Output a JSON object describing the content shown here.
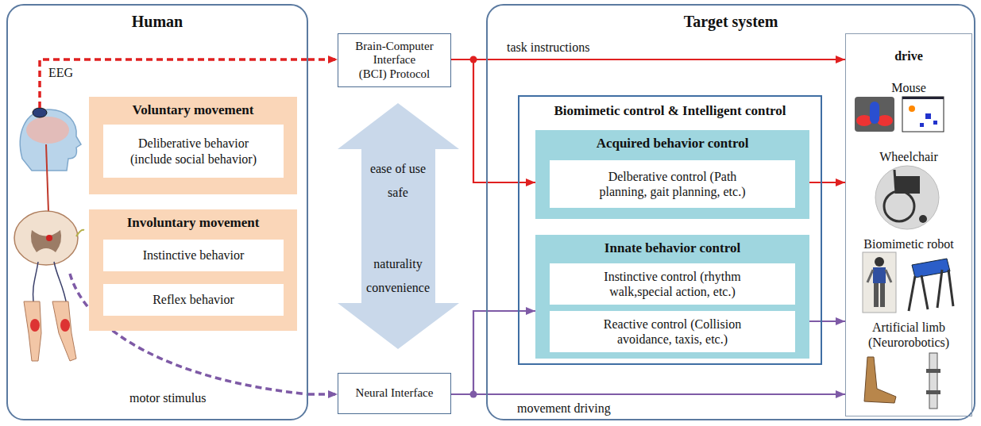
{
  "diagram": {
    "nodes": [
      {
        "text": [
          "Human"
        ]
      },
      {
        "text": [
          "Voluntary movement"
        ],
        "in": 0
      },
      {
        "text": [
          "Deliberative behavior (include social behavior)"
        ],
        "in": 1
      },
      {
        "text": [
          "Involuntary movement"
        ],
        "in": 0
      },
      {
        "text": [
          "Instinctive behavior"
        ],
        "in": 3
      },
      {
        "text": [
          "Reflex behavior"
        ],
        "in": 3
      },
      {
        "text": [
          "Brain-Computer Interface (BCI) Protocol"
        ]
      },
      {
        "text": [
          "Neural Interface"
        ]
      },
      {
        "text": [
          "Target system"
        ]
      },
      {
        "text": [
          "Biomimetic control & Intelligent control"
        ],
        "in": 8
      },
      {
        "text": [
          "Acquired behavior control"
        ],
        "in": 9
      },
      {
        "text": [
          "Delberative control (Path planning, gait planning, etc.)"
        ],
        "in": 10
      },
      {
        "text": [
          "Innate behavior control"
        ],
        "in": 9
      },
      {
        "text": [
          "Instinctive control (rhythm walk,special action, etc.)"
        ],
        "in": 12
      },
      {
        "text": [
          "Reactive control (Collision avoidance, taxis, etc.)"
        ],
        "in": 12
      },
      {
        "text": [
          "drive",
          "Mouse",
          "Wheelchair",
          "Biomimetic robot",
          "Artificial limb (Neurorobotics)"
        ],
        "in": 8
      }
    ],
    "edges": [
      {
        "from": 0,
        "to": 6,
        "arrow": "to"
      },
      {
        "from": 0,
        "to": 7,
        "arrow": "to"
      },
      {
        "from": 6,
        "to": 15,
        "arrow": "to",
        "label": "task instructions"
      },
      {
        "from": 6,
        "to": 10,
        "arrow": "to"
      },
      {
        "from": 10,
        "to": 15,
        "arrow": "to"
      },
      {
        "from": 7,
        "to": 15,
        "arrow": "to",
        "label": "movement driving"
      },
      {
        "from": 7,
        "to": 12,
        "arrow": "to"
      },
      {
        "from": 12,
        "to": 15,
        "arrow": "to"
      }
    ],
    "labels": [
      "EEG",
      "motor stimulus",
      "ease of use",
      "safe",
      "naturality",
      "convenience"
    ]
  }
}
